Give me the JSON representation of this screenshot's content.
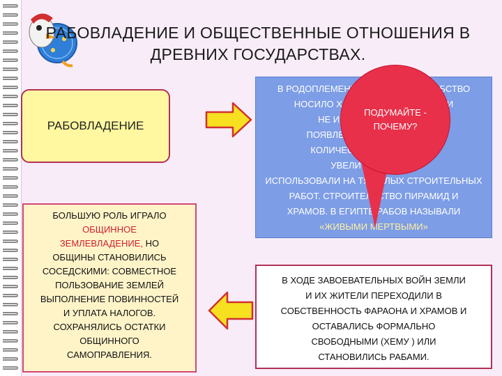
{
  "title": {
    "line1": "РАБОВЛАДЕНИЕ  И ОБЩЕСТВЕННЫЕ ОТНОШЕНИЯ  В",
    "line2": "ДРЕВНИХ ГОСУДАРСТВАХ."
  },
  "left_box": {
    "label": "РАБОВЛАДЕНИЕ"
  },
  "blue_box": {
    "lines": [
      "В РОДОПЛЕМЕННОМ ОБЩЕСТВЕ РАБСТВО",
      "НОСИЛО ХАРАКТЕР ДОМАШНЕГО И",
      "НЕ ИМЕЛО ЗНАЧЕНИЯ. С",
      "ПОЯВЛЕНИЕМ ГОСУДАРСТВ В",
      "КОЛИЧЕСТВО РАБОВ РЕЗКО",
      "УВЕЛИЧИЛОСЬ. ИХ",
      "ИСПОЛЬЗОВАЛИ НА ТЯЖЕЛЫХ СТРОИТЕЛЬНЫХ",
      "РАБОТ. СТРОИТЕЛЬСТВО ПИРАМИД И",
      "ХРАМОВ. В ЕГИПТЕ РАБОВ НАЗЫВАЛИ"
    ],
    "last_line": "«ЖИВЫМИ МЕРТВЫМИ»"
  },
  "bubble": {
    "line1": "ПОДУМАЙТЕ  -",
    "line2": "ПОЧЕМУ?"
  },
  "bottom_right_box": {
    "lines": [
      "В ХОДЕ ЗАВОЕВАТЕЛЬНЫХ ВОЙН  ЗЕМЛИ",
      "И ИХ ЖИТЕЛИ ПЕРЕХОДИЛИ В",
      "СОБСТВЕННОСТЬ ФАРАОНА И ХРАМОВ И",
      "ОСТАВАЛИСЬ ФОРМАЛЬНО",
      "СВОБОДНЫМИ (ХЕМУ ) ИЛИ",
      "СТАНОВИЛИСЬ РАБАМИ."
    ]
  },
  "bottom_left_box": {
    "line1": "БОЛЬШУЮ РОЛЬ ИГРАЛО",
    "red1": "ОБЩИННОЕ",
    "red2": "ЗЕМЛЕВЛАДЕНИЕ,",
    "after_red2": " НО",
    "lines": [
      "ОБЩИНЫ СТАНОВИЛИСЬ",
      "СОСЕДСКИМИ:  СОВМЕСТНОЕ",
      "ПОЛЬЗОВАНИЕ ЗЕМЛЕЙ",
      "ВЫПОЛНЕНИЕ ПОВИННОСТЕЙ",
      "И УПЛАТА  НАЛОГОВ.",
      "СОХРАНЯЛИСЬ ОСТАТКИ",
      "ОБЩИННОГО",
      "САМОПРАВЛЕНИЯ."
    ]
  },
  "colors": {
    "background": "#f7ecf7",
    "yellow_box": "#fff8a0",
    "blue_box": "#7d9de6",
    "bubble": "#e8304a",
    "arrow": "#f6e020",
    "border_accent": "#b03058"
  },
  "icons": {
    "logo": "globe-bird-logo-icon",
    "arrow_right": "arrow-right-icon",
    "arrow_left": "arrow-left-icon"
  }
}
